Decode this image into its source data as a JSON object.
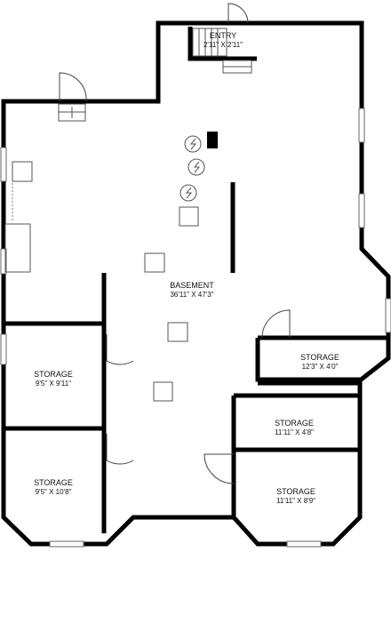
{
  "rooms": {
    "entry": {
      "name": "ENTRY",
      "dims": "2'11\" X 2'11\""
    },
    "basement": {
      "name": "BASEMENT",
      "dims": "36'11\" X 47'3\""
    },
    "storage_1": {
      "name": "STORAGE",
      "dims": "9'5\" X 9'11\""
    },
    "storage_2": {
      "name": "STORAGE",
      "dims": "9'5\" X 10'8\""
    },
    "storage_3": {
      "name": "STORAGE",
      "dims": "12'3\" X 4'0\""
    },
    "storage_4": {
      "name": "STORAGE",
      "dims": "11'11\" X 4'8\""
    },
    "storage_5": {
      "name": "STORAGE",
      "dims": "11'11\" X 8'9\""
    }
  },
  "icons": [
    "electrical-panel-icon",
    "stair-arrow-icon",
    "column-icon",
    "door-swing-icon",
    "window-icon"
  ]
}
